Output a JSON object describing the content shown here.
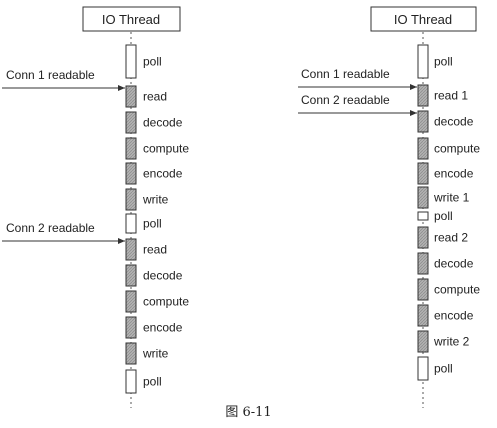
{
  "left": {
    "header": "IO Thread",
    "steps": [
      {
        "label": "poll",
        "kind": "idle"
      },
      {
        "label": "read",
        "kind": "busy"
      },
      {
        "label": "decode",
        "kind": "busy"
      },
      {
        "label": "compute",
        "kind": "busy"
      },
      {
        "label": "encode",
        "kind": "busy"
      },
      {
        "label": "write",
        "kind": "busy"
      },
      {
        "label": "poll",
        "kind": "idle"
      },
      {
        "label": "read",
        "kind": "busy"
      },
      {
        "label": "decode",
        "kind": "busy"
      },
      {
        "label": "compute",
        "kind": "busy"
      },
      {
        "label": "encode",
        "kind": "busy"
      },
      {
        "label": "write",
        "kind": "busy"
      },
      {
        "label": "poll",
        "kind": "idle"
      }
    ],
    "events": [
      {
        "label": "Conn 1 readable",
        "step_index": 1
      },
      {
        "label": "Conn 2 readable",
        "step_index": 7
      }
    ]
  },
  "right": {
    "header": "IO Thread",
    "steps": [
      {
        "label": "poll",
        "kind": "idle"
      },
      {
        "label": "read 1",
        "kind": "busy"
      },
      {
        "label": "decode",
        "kind": "busy"
      },
      {
        "label": "compute",
        "kind": "busy"
      },
      {
        "label": "encode",
        "kind": "busy"
      },
      {
        "label": "write 1",
        "kind": "busy"
      },
      {
        "label": "poll",
        "kind": "idle"
      },
      {
        "label": "read 2",
        "kind": "busy"
      },
      {
        "label": "decode",
        "kind": "busy"
      },
      {
        "label": "compute",
        "kind": "busy"
      },
      {
        "label": "encode",
        "kind": "busy"
      },
      {
        "label": "write 2",
        "kind": "busy"
      },
      {
        "label": "poll",
        "kind": "idle"
      }
    ],
    "events": [
      {
        "label": "Conn 1 readable",
        "step_index": 1
      },
      {
        "label": "Conn 2 readable",
        "step_index": 2
      }
    ]
  },
  "caption": "图 6-11",
  "colors": {
    "busy_fill": "#a9a9a9",
    "idle_fill": "#ffffff",
    "stroke": "#333333",
    "text": "#222222"
  }
}
